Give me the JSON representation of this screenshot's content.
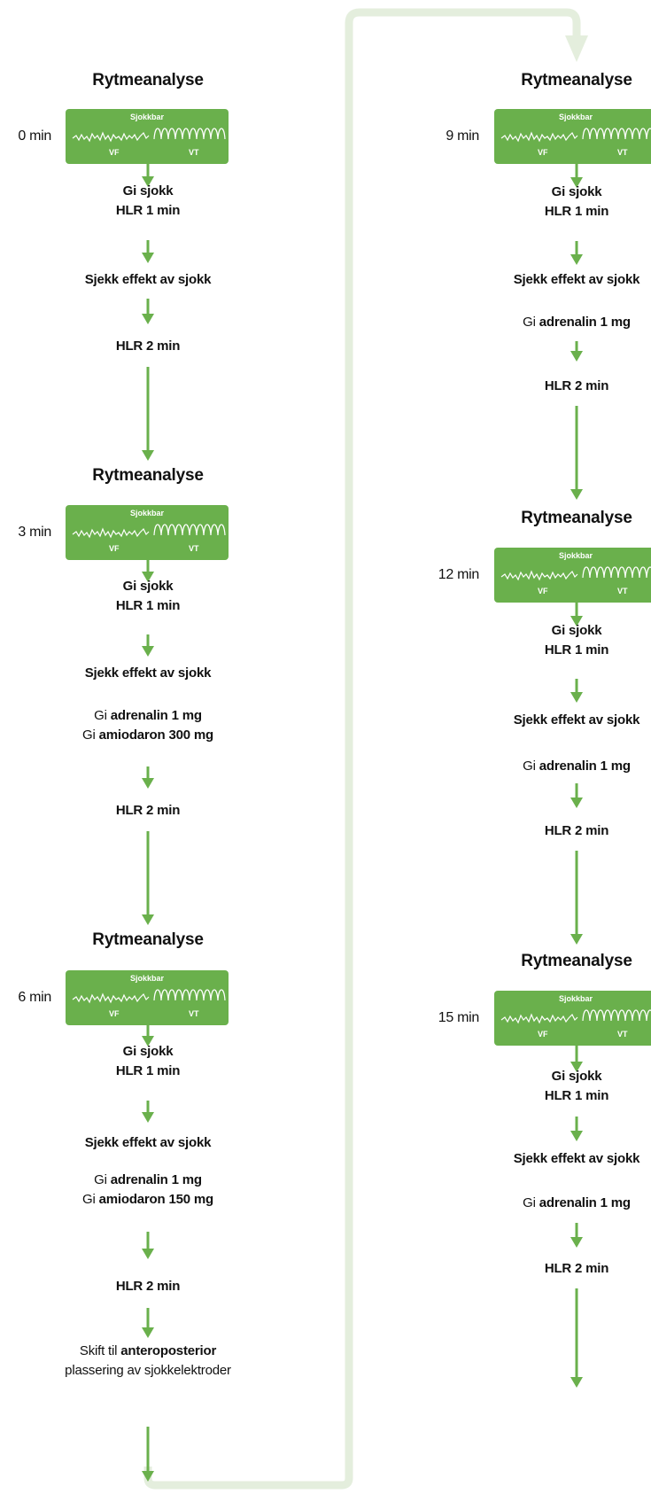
{
  "colors": {
    "arrow": "#6ab04c",
    "box": "#6ab04c",
    "loop": "#e4eedd",
    "text": "#111111"
  },
  "rhythm_box": {
    "caption": "Sjokkbar",
    "left_label": "VF",
    "right_label": "VT"
  },
  "left_column": [
    {
      "time": "0 min",
      "title": "Rytmeanalyse",
      "steps": [
        {
          "lines": [
            [
              "Gi sjokk"
            ],
            [
              "HLR 1 min"
            ]
          ]
        },
        {
          "lines": [
            [
              "Sjekk effekt av sjokk"
            ]
          ]
        },
        {
          "lines": [
            [
              "HLR 2 min"
            ]
          ]
        }
      ]
    },
    {
      "time": "3 min",
      "title": "Rytmeanalyse",
      "steps": [
        {
          "lines": [
            [
              "Gi sjokk"
            ],
            [
              "HLR 1 min"
            ]
          ]
        },
        {
          "lines": [
            [
              "Sjekk effekt av sjokk"
            ]
          ]
        },
        {
          "lines": [
            [
              "Gi ",
              "adrenalin 1 mg"
            ],
            [
              "Gi ",
              "amiodaron 300 mg"
            ]
          ]
        },
        {
          "lines": [
            [
              "HLR 2 min"
            ]
          ]
        }
      ]
    },
    {
      "time": "6 min",
      "title": "Rytmeanalyse",
      "steps": [
        {
          "lines": [
            [
              "Gi sjokk"
            ],
            [
              "HLR 1 min"
            ]
          ]
        },
        {
          "lines": [
            [
              "Sjekk effekt av sjokk"
            ]
          ]
        },
        {
          "lines": [
            [
              "Gi ",
              "adrenalin 1 mg"
            ],
            [
              "Gi ",
              "amiodaron 150 mg"
            ]
          ]
        },
        {
          "lines": [
            [
              "HLR 2 min"
            ]
          ]
        },
        {
          "lines": [
            [
              "Skift til ",
              "anteroposterior"
            ],
            [
              "plassering av sjokkelektroder"
            ]
          ]
        }
      ]
    }
  ],
  "right_column": [
    {
      "time": "9 min",
      "title": "Rytmeanalyse",
      "steps": [
        {
          "lines": [
            [
              "Gi sjokk"
            ],
            [
              "HLR 1 min"
            ]
          ]
        },
        {
          "lines": [
            [
              "Sjekk effekt av sjokk"
            ]
          ]
        },
        {
          "lines": [
            [
              "Gi ",
              "adrenalin 1 mg"
            ]
          ]
        },
        {
          "lines": [
            [
              "HLR 2 min"
            ]
          ]
        }
      ]
    },
    {
      "time": "12 min",
      "title": "Rytmeanalyse",
      "steps": [
        {
          "lines": [
            [
              "Gi sjokk"
            ],
            [
              "HLR 1 min"
            ]
          ]
        },
        {
          "lines": [
            [
              "Sjekk effekt av sjokk"
            ]
          ]
        },
        {
          "lines": [
            [
              "Gi ",
              "adrenalin 1 mg"
            ]
          ]
        },
        {
          "lines": [
            [
              "HLR 2 min"
            ]
          ]
        }
      ]
    },
    {
      "time": "15 min",
      "title": "Rytmeanalyse",
      "steps": [
        {
          "lines": [
            [
              "Gi sjokk"
            ],
            [
              "HLR 1 min"
            ]
          ]
        },
        {
          "lines": [
            [
              "Sjekk effekt av sjokk"
            ]
          ]
        },
        {
          "lines": [
            [
              "Gi ",
              "adrenalin 1 mg"
            ]
          ]
        },
        {
          "lines": [
            [
              "HLR 2 min"
            ]
          ]
        }
      ]
    }
  ]
}
